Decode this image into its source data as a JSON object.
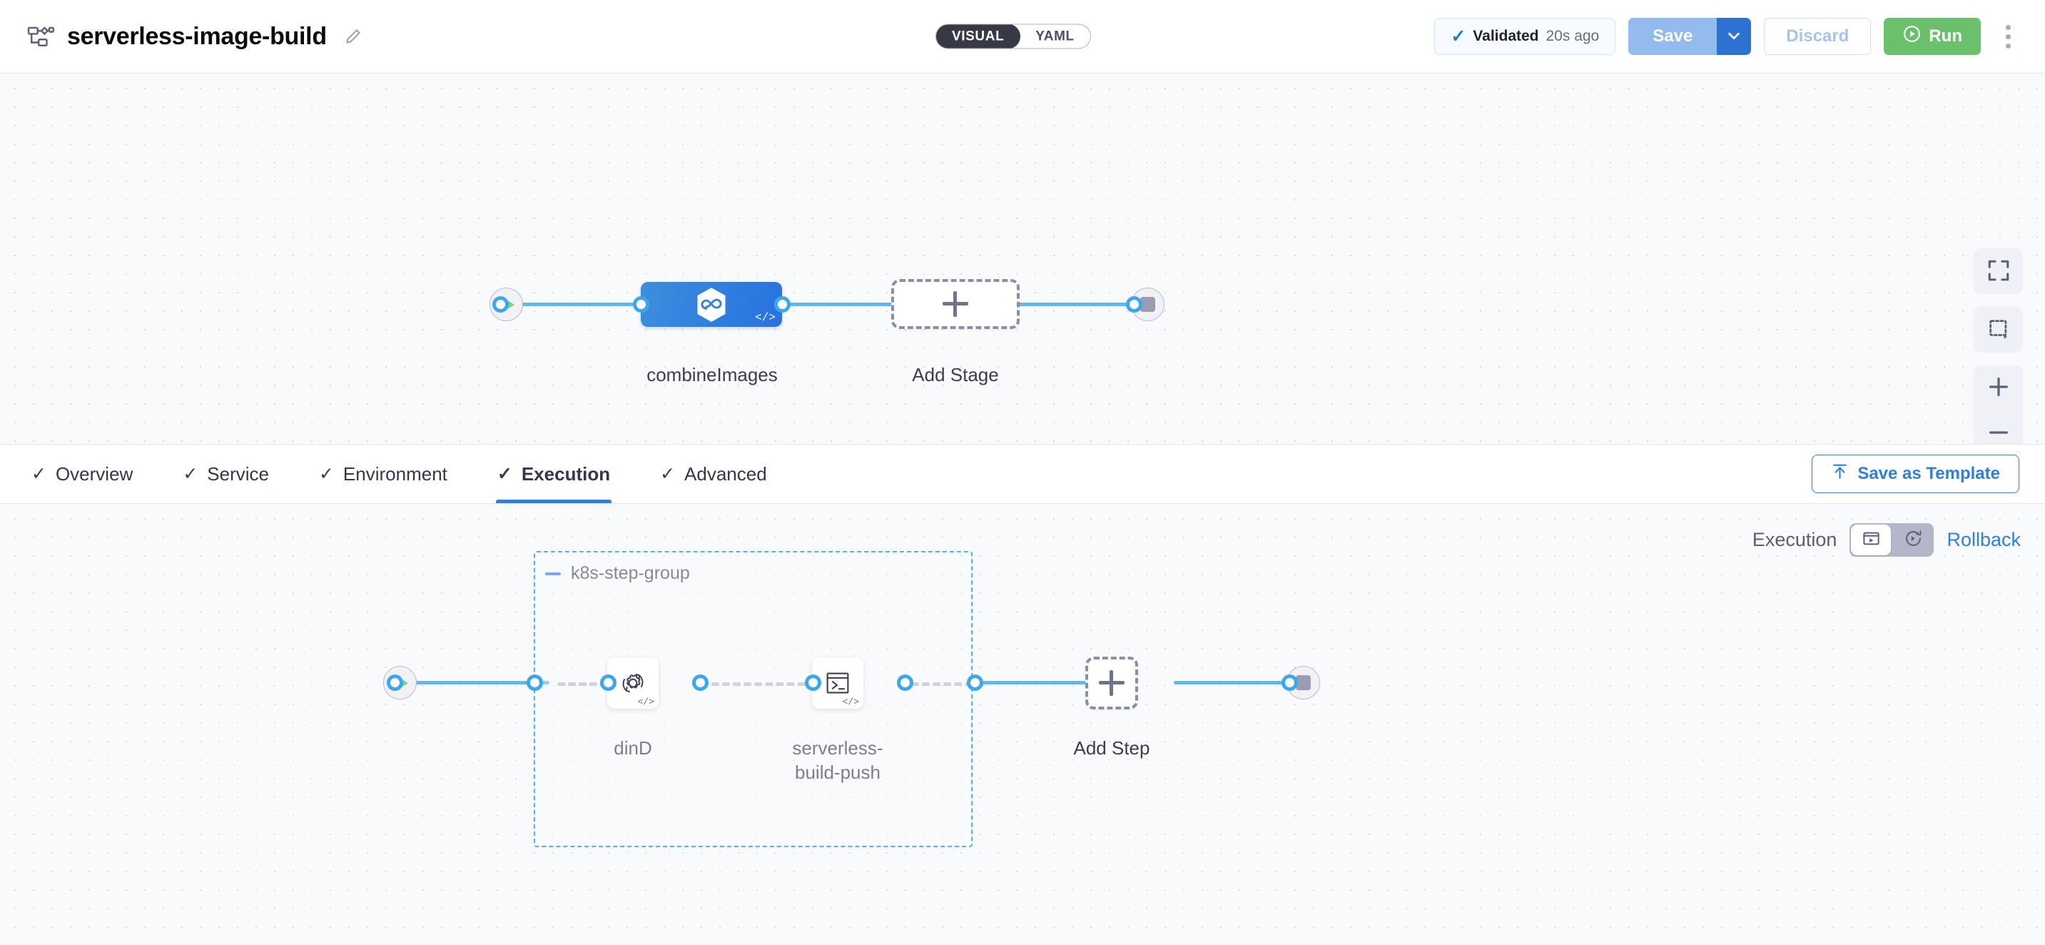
{
  "header": {
    "pipeline_icon": "pipeline-icon",
    "title": "serverless-image-build",
    "edit_icon": "pencil-icon",
    "view_toggle": {
      "options": [
        "VISUAL",
        "YAML"
      ],
      "selected": "VISUAL"
    },
    "validation": {
      "check_icon": "check-icon",
      "label": "Validated",
      "time": "20s ago"
    },
    "save_label": "Save",
    "save_caret_icon": "chevron-down-icon",
    "discard_label": "Discard",
    "run_label": "Run",
    "run_icon": "play-circle-icon",
    "more_icon": "kebab-menu-icon"
  },
  "stage_canvas": {
    "start_node": {
      "icon": "play-icon",
      "name": "pipeline-start"
    },
    "end_node": {
      "icon": "stop-icon",
      "name": "pipeline-end"
    },
    "stages": [
      {
        "label": "combineImages",
        "icon": "ci-infinity-icon",
        "badge": "</>",
        "selected": true
      }
    ],
    "add_stage_label": "Add Stage",
    "add_stage_icon": "plus-icon",
    "controls": [
      {
        "name": "fit-to-screen-button",
        "icon": "fullscreen-icon"
      },
      {
        "name": "marquee-select-button",
        "icon": "selection-box-icon"
      },
      {
        "name": "zoom-in-button",
        "icon": "plus-icon"
      },
      {
        "name": "zoom-out-button",
        "icon": "minus-icon"
      }
    ]
  },
  "tabs": [
    {
      "label": "Overview",
      "check": "✓",
      "active": false
    },
    {
      "label": "Service",
      "check": "✓",
      "active": false
    },
    {
      "label": "Environment",
      "check": "✓",
      "active": false
    },
    {
      "label": "Execution",
      "check": "✓",
      "active": true
    },
    {
      "label": "Advanced",
      "check": "✓",
      "active": false
    }
  ],
  "save_as_template": {
    "label": "Save as Template",
    "icon": "upload-template-icon"
  },
  "execution_panel": {
    "exec_label": "Execution",
    "rollback_label": "Rollback",
    "toggle": {
      "selected": "execution",
      "execution_icon": "play-box-icon",
      "rollback_icon": "rollback-clock-icon"
    },
    "start_node": {
      "icon": "play-icon"
    },
    "end_node": {
      "icon": "stop-icon"
    },
    "step_group": {
      "title": "k8s-step-group",
      "collapse_icon": "minus-icon",
      "steps": [
        {
          "label": "dinD",
          "icon": "gear-sync-icon",
          "badge": "</>"
        },
        {
          "label": "serverless-\nbuild-push",
          "icon": "terminal-icon",
          "badge": "</>"
        }
      ]
    },
    "add_step_label": "Add Step",
    "add_step_icon": "plus-icon"
  },
  "colors": {
    "accent_blue": "#2f7fe0",
    "edge_blue": "#5fb8f0",
    "run_green": "#6bc16b",
    "group_dash_blue": "#4fb0ef",
    "canvas_bg": "#f9fafc",
    "dark_pill": "#383946"
  }
}
